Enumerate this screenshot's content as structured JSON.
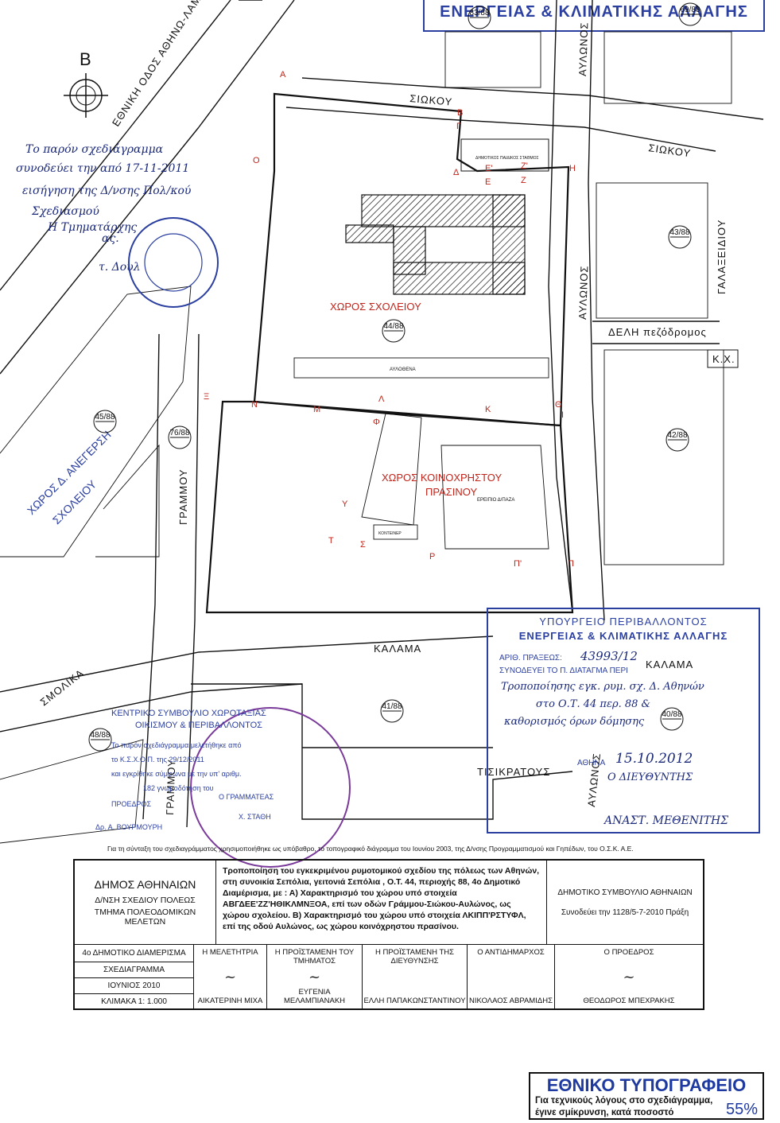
{
  "top_stamp": "ΕΝΕΡΓΕΙΑΣ & ΚΛΙΜΑΤΙΚΗΣ ΑΛΛΑΓΗΣ",
  "north_label": "B",
  "handwritten_note": [
    "Το παρόν σχεδιάγραμμα",
    "συνοδεύει την από 17-11-2011",
    "εισήγηση της Δ/νσης Πολ/κού",
    "Σχεδιασμού",
    "Η Τμηματάρχης",
    "ας.",
    "τ. Δουλ"
  ],
  "streets": {
    "national_road": "ΕΘΝΙΚΗ ΟΔΟΣ ΑΘΗΝΩ-ΛΑΜΙΑΣ",
    "siokou_1": "ΣΙΩΚΟΥ",
    "siokou_2": "ΣΙΩΚΟΥ",
    "avlonos_1": "ΑΥΛΩΝΟΣ",
    "avlonos_2": "ΑΥΛΩΝΟΣ",
    "avlonos_3": "ΑΥΛΩΝΟΣ",
    "galaxidiou": "ΓΑΛΑΞΕΙΔΙΟΥ",
    "deli": "ΔΕΛΗ πεζόδρομος",
    "kx": "Κ.Χ.",
    "grammou_1": "ΓΡΑΜΜΟΥ",
    "grammou_2": "ΓΡΑΜΜΟΥ",
    "kalama_1": "ΚΑΛΑΜΑ",
    "kalama_2": "ΚΑΛΑΜΑ",
    "smolika": "ΣΜΟΛΙΚΑ",
    "tisikratous": "ΤΙΣΙΚΡΑΤΟΥΣ"
  },
  "areas": {
    "school": "ΧΩΡΟΣ ΣΧΟΛΕΙΟΥ",
    "green_1": "ΧΩΡΟΣ ΚΟΙΝΟΧΡΗΣΤΟΥ",
    "green_2": "ΠΡΑΣΙΝΟΥ",
    "school_west_1": "ΧΩΡΟΣ Δ. ΑΝΕΓΕΡΣΗ",
    "school_west_2": "ΣΧΟΛΕΙΟΥ",
    "kindergarten": "ΔΗΜΟΤΙΚΟΣ ΠΑΙΔΙΚΟΣ ΣΤΑΘΜΟΣ",
    "avlaia": "ΑΥΛΟΘΕΝΑ",
    "kontainer": "ΚΟΝΤΕΙΝΕΡ",
    "parking": "ΕΡΕΙΠΙΟ Δ/ΠΑΖΑ",
    "blocks": [
      "44/88",
      "43/88",
      "45/88",
      "76/88",
      "42/88",
      "41/88",
      "48/88",
      "40/88",
      "69/88",
      "83/88"
    ]
  },
  "points": [
    "Α",
    "Β",
    "Γ",
    "Δ",
    "Ε",
    "Ε'",
    "Ζ",
    "Ζ'",
    "Η",
    "Θ",
    "Ι",
    "Κ",
    "Λ",
    "Μ",
    "Ν",
    "Ξ",
    "Ο",
    "Π",
    "Π'",
    "Ρ",
    "Σ",
    "Τ",
    "Υ",
    "Φ"
  ],
  "ministry_stamp": {
    "title1": "ΥΠΟΥΡΓΕΙΟ ΠΕΡΙΒΑΛΛΟΝΤΟΣ",
    "title2": "ΕΝΕΡΓΕΙΑΣ & ΚΛΙΜΑΤΙΚΗΣ ΑΛΛΑΓΗΣ",
    "protocol_label": "ΑΡΙΘ. ΠΡΑΞΕΩΣ:",
    "protocol_value": "43993/12",
    "accompanies": "ΣΥΝΟΔΕΥΕΙ ΤΟ Π. ΔΙΑΤΑΓΜΑ ΠΕΡΙ",
    "hw_1": "Τροποποίησης εγκ. ρυμ. σχ. Δ. Αθηνών",
    "hw_2": "στο Ο.Τ. 44 περ. 88 &",
    "hw_3": "καθορισμός όρων δόμησης",
    "city": "ΑΘΗΝΑ",
    "date": "15.10.2012",
    "director": "Ο ΔΙΕΥΘΥΝΤΗΣ",
    "signer": "ΑΝΑΣΤ. ΜΕΘΕΝΙΤΗΣ"
  },
  "kesyp_stamp": {
    "line1": "ΚΕΝΤΡΙΚΟ ΣΥΜΒΟΥΛΙΟ ΧΩΡΟΤΑΞΙΑΣ",
    "line2": "ΟΙΚΙΣΜΟΥ & ΠΕΡΙΒΑΛΛΟΝΤΟΣ",
    "line3": "Το παρόν σχεδιάγραμμα μελετήθηκε από",
    "line4": "το Κ.Σ.Χ.Ο.Π. της 29/12/2011",
    "line5": "και εγκρίθηκε σύμφωνα με την υπ' αριθμ.",
    "line6": "182 γνωμοδότηση του",
    "chair": "ΠΡΟΕΔΡΟΣ",
    "secretary": "Ο ΓΡΑΜΜΑΤΕΑΣ",
    "chair_name": "Δρ. Α. ΒΟΥΡΜΟΥΡΗ",
    "secretary_name": "Χ. ΣΤΑΘΗ"
  },
  "footnote": "Για τη σύνταξη του σχεδιαγράμματος χρησιμοποιήθηκε ως υπόβαθρο, το τοπογραφικό διάγραμμα του Ιουνίου 2003, της Δ/νσης Προγραμματισμού και Γηπέδων, του Ο.Σ.Κ. Α.Ε.",
  "title_block": {
    "municipality": "ΔΗΜΟΣ ΑΘΗΝΑΙΩΝ",
    "department": "Δ/ΝΣΗ ΣΧΕΔΙΟΥ ΠΟΛΕΩΣ",
    "unit": "ΤΜΗΜΑ ΠΟΛΕΟΔΟΜΙΚΩΝ ΜΕΛΕΤΩΝ",
    "description": "Τροποποίηση του εγκεκριμένου ρυμοτομικού σχεδίου της πόλεως των Αθηνών, στη συνοικία Σεπόλια, γειτονιά Σεπόλια , Ο.Τ. 44, περιοχής 88, 4ο Δημοτικό Διαμέρισμα, με : Α) Χαρακτηρισμό του χώρου υπό στοιχεία ΑΒΓΔΕΕ'ΖΖ'ΗΘΙΚΛΜΝΞΟΑ, επί των οδών Γράμμου-Σιώκου-Αυλώνος, ως χώρου σχολείου. Β) Χαρακτηρισμό του χώρου υπό στοιχεία ΛΚΙΠΠ'ΡΣΤΥΦΛ, επί της οδού Αυλώνος, ως χώρου κοινόχρηστου πρασίνου.",
    "council": "ΔΗΜΟΤΙΚΟ ΣΥΜΒΟΥΛΙΟ ΑΘΗΝΑΙΩΝ",
    "council_act": "Συνοδεύει την 1128/5-7-2010 Πράξη",
    "district": "4ο ΔΗΜΟΤΙΚΟ ΔΙΑΜΕΡΙΣΜΑ",
    "doc_type": "ΣΧΕΔΙΑΓΡΑΜΜΑ",
    "date": "ΙΟΥΝΙΟΣ 2010",
    "scale": "ΚΛΙΜΑΚΑ 1: 1.000",
    "sign_roles": [
      "Η ΜΕΛΕΤΗΤΡΙΑ",
      "Η ΠΡΟΪΣΤΑΜΕΝΗ ΤΟΥ ΤΜΗΜΑΤΟΣ",
      "Η ΠΡΟΪΣΤΑΜΕΝΗ ΤΗΣ ΔΙΕΥΘΥΝΣΗΣ",
      "Ο ΑΝΤΙΔΗΜΑΡΧΟΣ",
      "Ο ΠΡΟΕΔΡΟΣ"
    ],
    "sign_names": [
      "ΑΙΚΑΤΕΡΙΝΗ ΜΙΧΑ",
      "ΕΥΓΕΝΙΑ ΜΕΛΑΜΠΙΑΝΑΚΗ",
      "ΕΛΛΗ ΠΑΠΑΚΩΝΣΤΑΝΤΙΝΟΥ",
      "ΝΙΚΟΛΑΟΣ ΑΒΡΑΜΙΔΗΣ",
      "ΘΕΟΔΩΡΟΣ ΜΠΕΧΡΑΚΗΣ"
    ]
  },
  "national_printer": {
    "title": "ΕΘΝΙΚΟ ΤΥΠΟΓΡΑΦΕΙΟ",
    "line1": "Για τεχνικούς λόγους στο σχεδιάγραμμα,",
    "line2": "έγινε σμίκρυνση, κατά ποσοστό",
    "percent": "55%"
  }
}
